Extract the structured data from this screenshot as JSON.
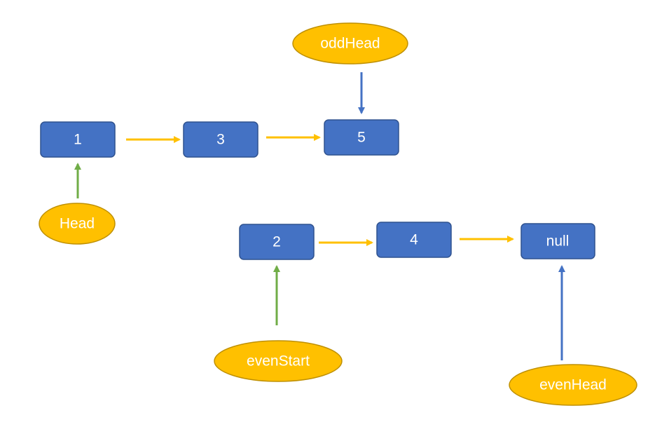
{
  "colors": {
    "node_fill": "#4472C4",
    "node_stroke": "#2F528F",
    "pointer_fill": "#FFC000",
    "pointer_stroke": "#BF9000",
    "text": "#FFFFFF",
    "link_arrow": "#FFC000",
    "start_arrow": "#70AD47",
    "head_arrow": "#4472C4"
  },
  "nodes": {
    "n1": {
      "label": "1"
    },
    "n3": {
      "label": "3"
    },
    "n5": {
      "label": "5"
    },
    "n2": {
      "label": "2"
    },
    "n4": {
      "label": "4"
    },
    "nnull": {
      "label": "null"
    }
  },
  "pointers": {
    "head": {
      "label": "Head"
    },
    "odd_head": {
      "label": "oddHead"
    },
    "even_start": {
      "label": "evenStart"
    },
    "even_head": {
      "label": "evenHead"
    }
  },
  "edges": [
    {
      "from": "1",
      "to": "3",
      "kind": "next-link"
    },
    {
      "from": "3",
      "to": "5",
      "kind": "next-link"
    },
    {
      "from": "2",
      "to": "4",
      "kind": "next-link"
    },
    {
      "from": "4",
      "to": "null",
      "kind": "next-link"
    },
    {
      "from": "Head",
      "to": "1",
      "kind": "start-pointer"
    },
    {
      "from": "evenStart",
      "to": "2",
      "kind": "start-pointer"
    },
    {
      "from": "oddHead",
      "to": "5",
      "kind": "head-pointer"
    },
    {
      "from": "evenHead",
      "to": "null",
      "kind": "head-pointer"
    }
  ]
}
